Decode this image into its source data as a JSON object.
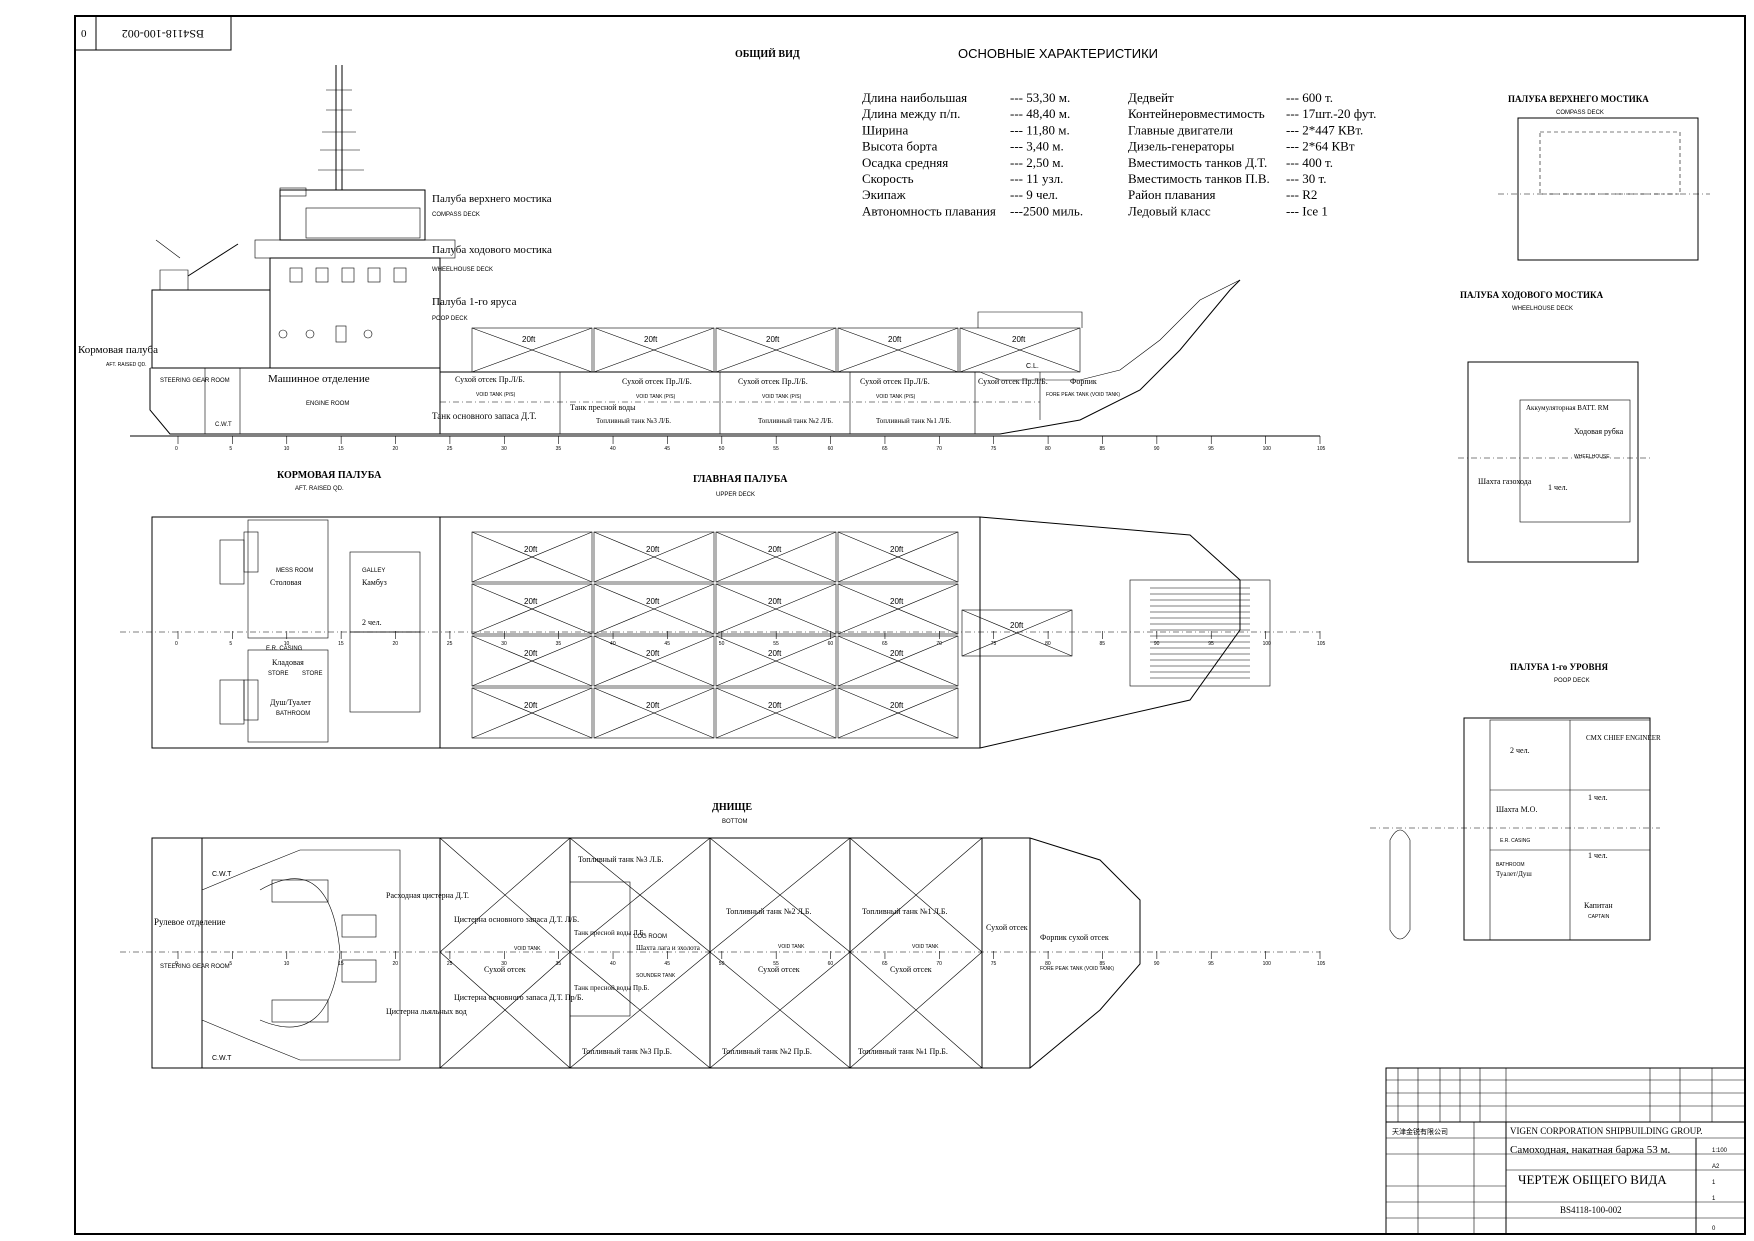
{
  "drawing_number": "BS4118-100-002",
  "corner_index": "0",
  "general_view_title": "ОБЩИЙ ВИД",
  "main_specs": {
    "title": "ОСНОВНЫЕ ХАРАКТЕРИСТИКИ",
    "left": [
      {
        "label": "Длина наибольшая",
        "value": "--- 53,30 м."
      },
      {
        "label": "Длина между п/п.",
        "value": "--- 48,40 м."
      },
      {
        "label": "Ширина",
        "value": "--- 11,80 м."
      },
      {
        "label": "Высота борта",
        "value": "--- 3,40 м."
      },
      {
        "label": "Осадка средняя",
        "value": "--- 2,50 м."
      },
      {
        "label": "Скорость",
        "value": "--- 11 узл."
      },
      {
        "label": "Экипаж",
        "value": "--- 9 чел."
      },
      {
        "label": "Автономность плавания",
        "value": "---2500 миль."
      }
    ],
    "right": [
      {
        "label": "Дедвейт",
        "value": "--- 600 т."
      },
      {
        "label": "Контейнеровместимость",
        "value": "--- 17шт.-20 фут."
      },
      {
        "label": "Главные двигатели",
        "value": "--- 2*447 КВт."
      },
      {
        "label": "Дизель-генераторы",
        "value": "--- 2*64 КВт"
      },
      {
        "label": "Вместимость танков Д.Т.",
        "value": "--- 400 т."
      },
      {
        "label": "Вместимость танков П.В.",
        "value": "--- 30 т."
      },
      {
        "label": "Район плавания",
        "value": "--- R2"
      },
      {
        "label": "Ледовый класс",
        "value": "--- Ice 1"
      }
    ]
  },
  "profile_labels": {
    "compass_deck": "Палуба верхнего мостика",
    "compass_deck_en": "COMPASS DECK",
    "wheelhouse_deck": "Палуба ходового мостика",
    "wheelhouse_deck_en": "WHEELHOUSE DECK",
    "poop_deck": "Палуба 1-го яруса",
    "poop_deck_en": "POOP DECK",
    "aft_deck": "Кормовая палуба",
    "aft_deck_en": "AFT. RAISED QD.",
    "engine_room": "Машинное отделение",
    "engine_room_en": "ENGINE ROOM",
    "steering_gear": "STEERING GEAR ROOM",
    "cwt": "C.W.T",
    "void_tank_1": "Сухой отсек Пр.Л/Б.",
    "void_tank_2": "Сухой отсек Пр.Л/Б.",
    "void_tank_3": "Сухой отсек Пр.Л/Б.",
    "void_tank_4": "Сухой отсек Пр.Л/Б.",
    "void_tank_5": "Сухой отсек Пр.Л/Б.",
    "void_tank_en": "VOID TANK (P/S)",
    "fore_peak": "Форпик",
    "fore_peak_en": "FORE PEAK TANK (VOID TANK)",
    "fuel_main": "Танк основного запаса Д.Т.",
    "fuel_tank_3": "Топливный танк №3 Л/Б.",
    "fuel_tank_2": "Топливный танк №2 Л/Б.",
    "fuel_tank_1": "Топливный танк №1 Л/Б.",
    "fw_tank": "Танк пресной воды",
    "container_label": "20ft",
    "cl": "C.L."
  },
  "aft_deck_plan": {
    "title": "КОРМОВАЯ ПАЛУБА",
    "title_en": "AFT. RAISED QD.",
    "mess_room": "MESS ROOM",
    "mess_ru": "Столовая",
    "galley": "GALLEY",
    "galley_ru": "Камбуз",
    "er_casing": "E.R. CASING",
    "store": "STORE",
    "store_ru": "Кладовая",
    "bathroom": "BATHROOM",
    "bathroom_ru": "Душ/Туалет",
    "two_persons": "2 чел."
  },
  "upper_deck_plan": {
    "title": "ГЛАВНАЯ ПАЛУБА",
    "title_en": "UPPER DECK",
    "container_label": "20ft"
  },
  "bottom_plan": {
    "title": "ДНИЩЕ",
    "title_en": "BOTTOM",
    "steering_ru": "Рулевое отделение",
    "steering_en": "STEERING GEAR ROOM",
    "cwt": "C.W.T",
    "daily_fuel": "Расходная цистерна Д.Т.",
    "main_fuel_ps": "Цистерна основного запаса Д.Т. Л/Б.",
    "main_fuel_sb": "Цистерна основного запаса Д.Т. Пр/Б.",
    "void_tank": "Сухой отсек",
    "void_tank_en": "VOID TANK",
    "fw_tank_ps": "Танк пресной воды Л.Б.",
    "fw_tank_sb": "Танк пресной воды Пр.Б.",
    "log_room": "LOG ROOM",
    "log_ru": "Шахта лага и эхолота",
    "sounder": "SOUNDER TANK",
    "fuel_tank_3_ps": "Топливный танк №3 Л.Б.",
    "fuel_tank_2_ps": "Топливный танк №2 Л.Б.",
    "fuel_tank_1_ps": "Топливный танк №1 Л.Б.",
    "fuel_tank_3_sb": "Топливный танк №3 Пр.Б.",
    "fuel_tank_2_sb": "Топливный танк №2 Пр.Б.",
    "fuel_tank_1_sb": "Топливный танк №1 Пр.Б.",
    "fore_void": "Форпик сухой отсек",
    "fore_void_en": "FORE PEAK TANK (VOID TANK)",
    "sludge": "Цистерна льяльных вод"
  },
  "compass_deck_plan": {
    "title": "ПАЛУБА ВЕРХНЕГО МОСТИКА",
    "title_en": "COMPASS DECK"
  },
  "wheelhouse_plan": {
    "title": "ПАЛУБА ХОДОВОГО МОСТИКА",
    "title_en": "WHEELHOUSE DECK",
    "battery": "Аккумуляторная BATT. RM",
    "wheelhouse": "Ходовая рубка",
    "wheelhouse_en": "WHEELHOUSE",
    "funnel": "Шахта газохода",
    "one_person": "1 чел."
  },
  "poop_deck_plan": {
    "title": "ПАЛУБА 1-го УРОВНЯ",
    "title_en": "POOP DECK",
    "two_persons": "2 чел.",
    "chief_eng": "СМХ CHIEF ENGINEER",
    "one_person_a": "1 чел.",
    "one_person_b": "1 чел.",
    "er_shaft": "Шахта М.О.",
    "er_casing": "E.R. CASING",
    "bathroom": "BATHROOM",
    "bathroom_ru": "Туалет/Душ",
    "captain": "Капитан",
    "captain_en": "CAPTAIN"
  },
  "title_block": {
    "company": "VIGEN CORPORATION SHIPBUILDING GROUP.",
    "vessel": "Самоходная, накатная баржа 53 м.",
    "drawing_title": "ЧЕРТЕЖ ОБЩЕГО ВИДА",
    "drawing_number": "BS4118-100-002",
    "designer": "天津金锐有限公司",
    "scale": "1:100",
    "sheet_a": "A2",
    "sheets": "1",
    "sheet": "1",
    "rev": "0"
  },
  "frame_numbers": [
    "0",
    "5",
    "10",
    "15",
    "20",
    "25",
    "30",
    "35",
    "40",
    "45",
    "50",
    "55",
    "60",
    "65",
    "70",
    "75",
    "80",
    "85",
    "90",
    "95",
    "100",
    "105"
  ]
}
